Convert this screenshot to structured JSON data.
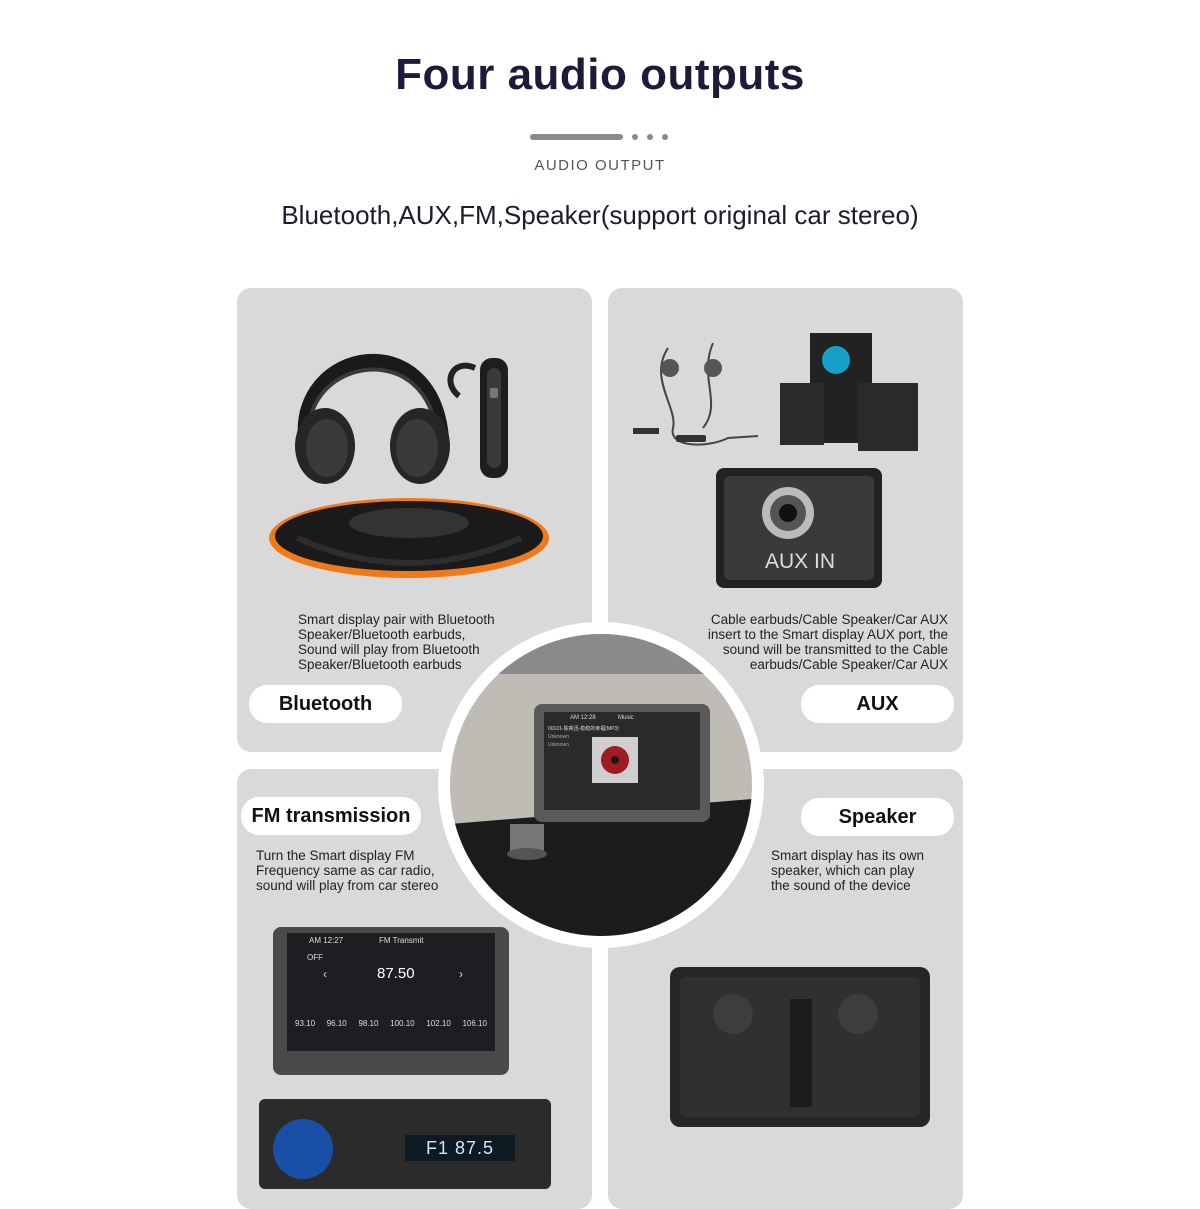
{
  "header": {
    "title": "Four audio outputs",
    "subtitle": "AUDIO OUTPUT",
    "lead": "Bluetooth,AUX,FM,Speaker(support original car stereo)"
  },
  "panels": {
    "bluetooth": {
      "label": "Bluetooth",
      "description": [
        "Smart display pair with Bluetooth",
        "Speaker/Bluetooth earbuds,",
        "Sound will play from Bluetooth",
        "Speaker/Bluetooth earbuds"
      ]
    },
    "aux": {
      "label": "AUX",
      "description": [
        "Cable earbuds/Cable Speaker/Car AUX",
        "insert to the Smart display AUX port, the",
        "sound will be transmitted to the Cable",
        "earbuds/Cable Speaker/Car AUX"
      ],
      "port_label": "AUX IN"
    },
    "fm": {
      "label": "FM transmission",
      "description": [
        "Turn the Smart display FM",
        "Frequency same as car radio,",
        "sound will play from car stereo"
      ],
      "screen": {
        "time": "AM 12:27",
        "mode": "FM Transmit",
        "state": "OFF",
        "frequency": "87.50",
        "presets": [
          "93.10",
          "96.10",
          "98.10",
          "100.10",
          "102.10",
          "106.10"
        ]
      },
      "radio_display": "F1  87.5"
    },
    "speaker": {
      "label": "Speaker",
      "description": [
        "Smart display has its own",
        "speaker, which can play",
        "the sound of the device"
      ]
    }
  },
  "center_device": {
    "time": "AM 12:28",
    "mode": "Music",
    "track": "00101-陈奕迅-稳稳的幸福(MP3)",
    "lines": [
      "Unknown",
      "Unknown"
    ]
  },
  "colors": {
    "title": "#1c1c3a",
    "panel": "#d9d9d9",
    "accent_orange": "#f07a1a"
  }
}
